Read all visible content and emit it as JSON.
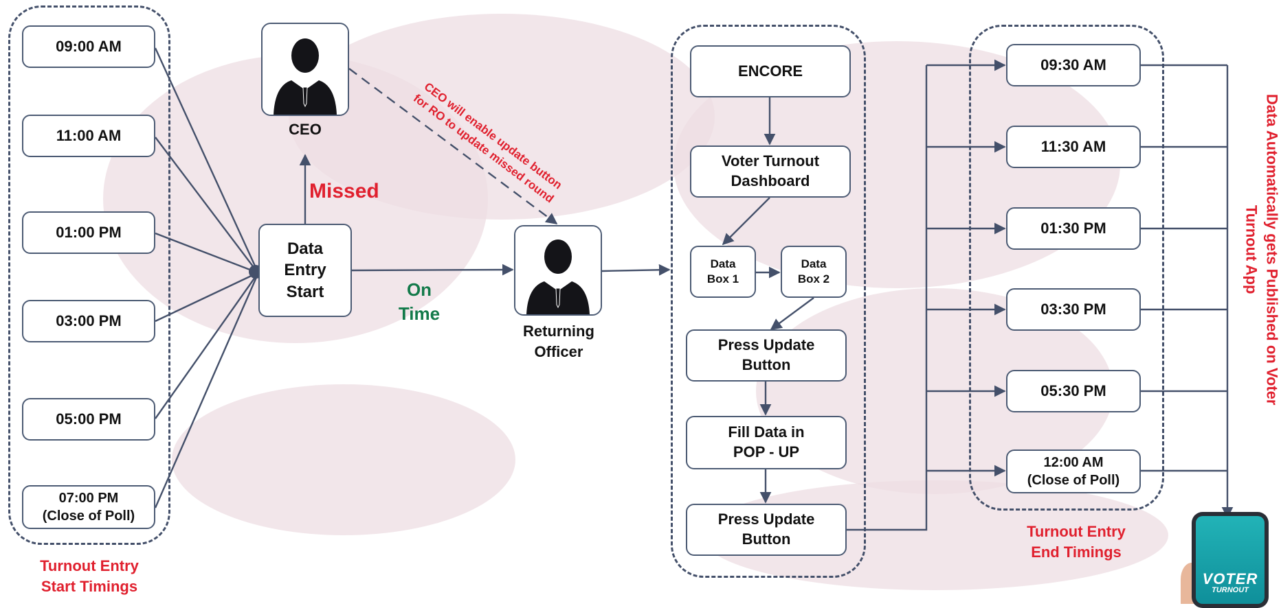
{
  "start_times": {
    "items": [
      "09:00 AM",
      "11:00 AM",
      "01:00 PM",
      "03:00 PM",
      "05:00 PM",
      "07:00 PM\n(Close of Poll)"
    ],
    "caption": "Turnout Entry\nStart Timings"
  },
  "data_entry": {
    "label": "Data\nEntry\nStart"
  },
  "ceo": {
    "label": "CEO",
    "note": "CEO will enable update button\nfor RO to update missed round"
  },
  "missed_label": "Missed",
  "on_time_label": "On\nTime",
  "returning_officer": {
    "label": "Returning\nOfficer"
  },
  "encore_flow": {
    "encore": "ENCORE",
    "dashboard": "Voter Turnout\nDashboard",
    "data_box_1": "Data\nBox 1",
    "data_box_2": "Data\nBox 2",
    "press_update_1": "Press Update\nButton",
    "fill_data": "Fill Data in\nPOP - UP",
    "press_update_2": "Press Update\nButton"
  },
  "end_times": {
    "items": [
      "09:30 AM",
      "11:30 AM",
      "01:30 PM",
      "03:30 PM",
      "05:30 PM",
      "12:00 AM\n(Close of Poll)"
    ],
    "caption": "Turnout Entry\nEnd Timings"
  },
  "publish_note": "Data Automatically gets Published on Voter\nTurnout App",
  "app": {
    "name": "VOTER",
    "subname": "TURNOUT"
  },
  "icons": {
    "ceo": "person-in-suit-icon",
    "returning_officer": "person-in-suit-icon",
    "phone": "voter-turnout-app-phone-icon"
  },
  "colors": {
    "accent_red": "#e0202e",
    "accent_green": "#137a4a",
    "line": "#44506a"
  }
}
